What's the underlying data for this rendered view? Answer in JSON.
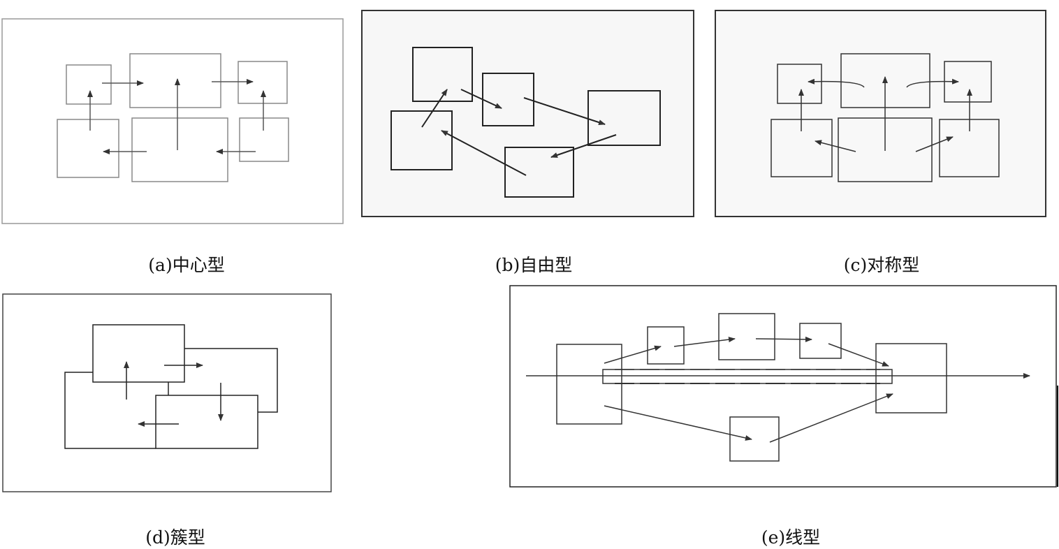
{
  "captions": {
    "a": "(a)中心型",
    "b": "(b)自由型",
    "c": "(c)对称型",
    "d": "(d)簇型",
    "e": "(e)线型"
  },
  "colors": {
    "line": "#333333",
    "panel_bg": "#f7f7f7"
  }
}
